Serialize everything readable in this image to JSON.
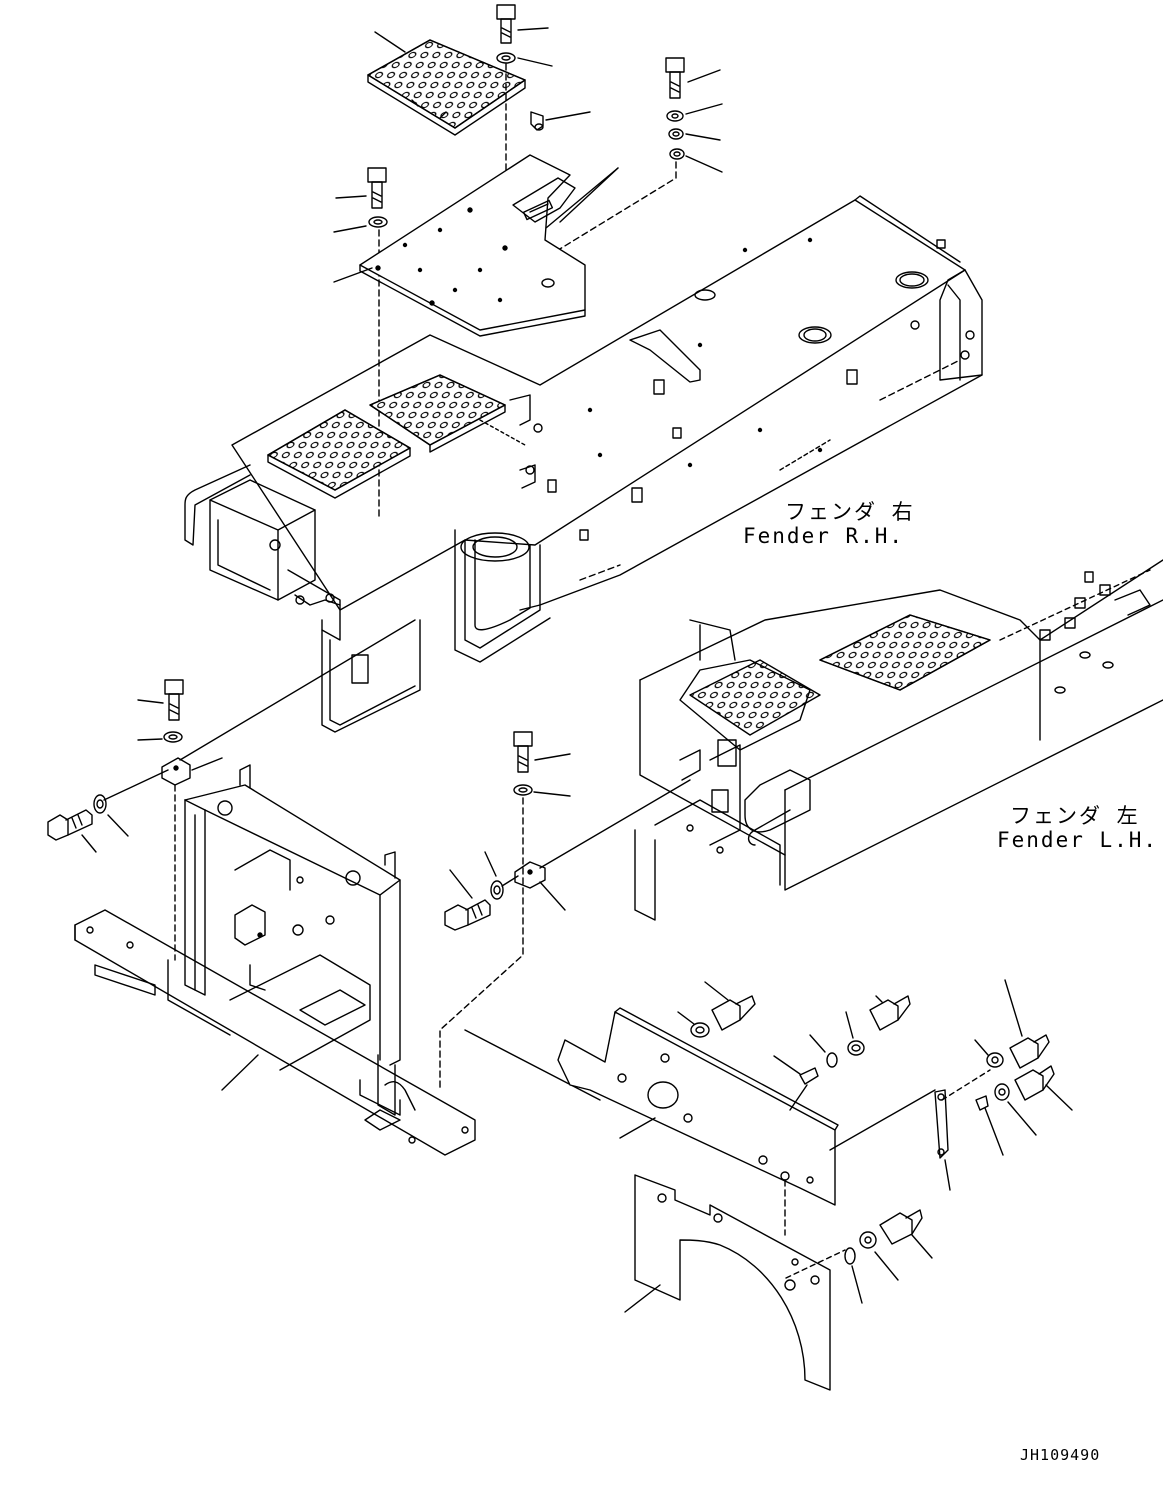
{
  "labels": {
    "fender_rh_jp": "フェンダ 右",
    "fender_rh_en": "Fender R.H.",
    "fender_lh_jp": "フェンダ 左",
    "fender_lh_en": "Fender L.H."
  },
  "drawing_code": "JH109490"
}
